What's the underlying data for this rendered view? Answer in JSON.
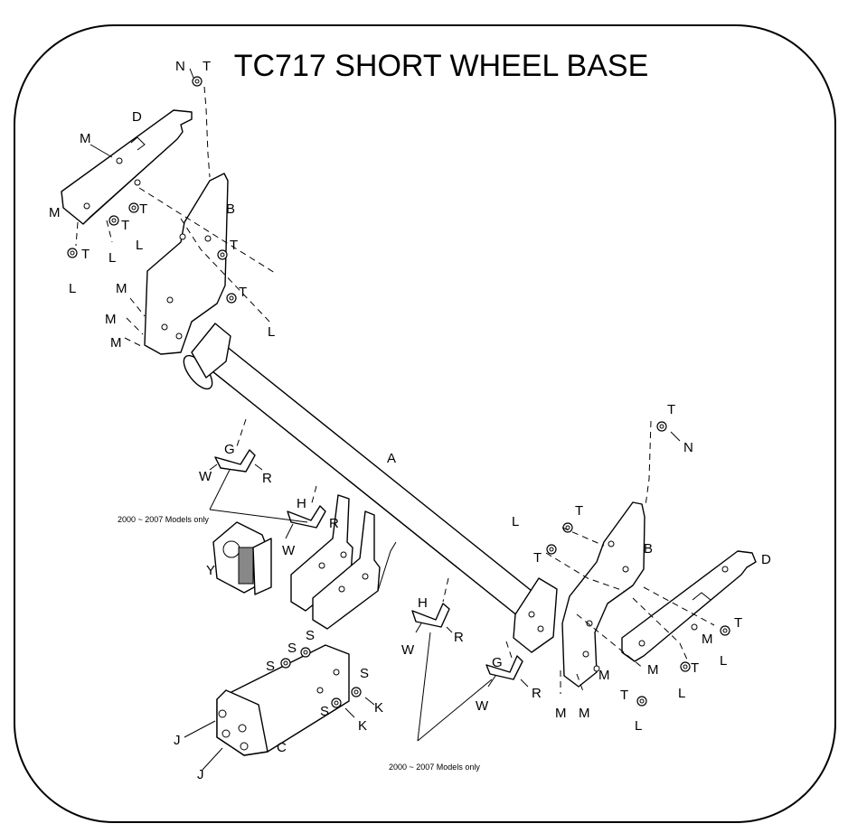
{
  "title": "TC717 SHORT WHEEL BASE",
  "models_note": "2000 ~ 2007 Models only",
  "labels": {
    "A": "A",
    "B": "B",
    "C": "C",
    "D": "D",
    "G": "G",
    "H": "H",
    "J": "J",
    "K": "K",
    "L": "L",
    "M": "M",
    "N": "N",
    "R": "R",
    "S": "S",
    "T": "T",
    "W": "W",
    "Y": "Y"
  }
}
